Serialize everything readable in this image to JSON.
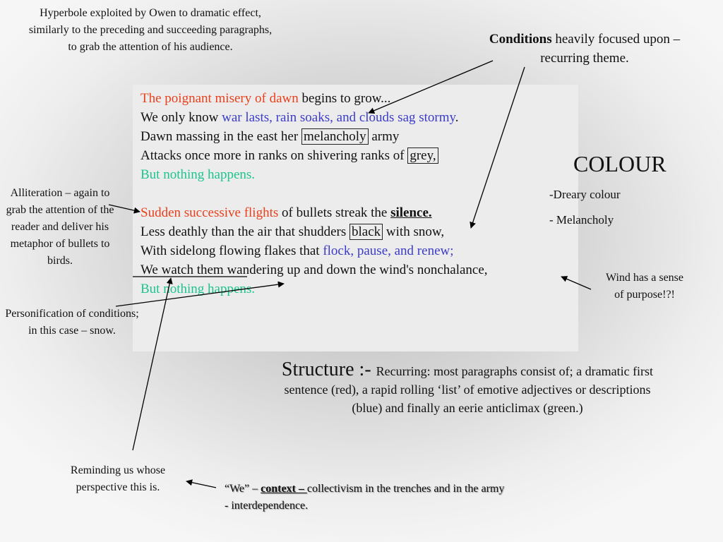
{
  "notes": {
    "hyperbole": "Hyperbole exploited by Owen to dramatic effect, similarly to the preceding and succeeding  paragraphs, to grab the attention of his audience.",
    "conditions_bold": "Conditions",
    "conditions_rest": " heavily focused upon – recurring theme.",
    "alliteration": "Alliteration – again to grab the attention of the reader and deliver his metaphor of bullets to birds.",
    "personification": "Personification of conditions; in this case – snow.",
    "wind": "Wind has a sense of purpose!?!",
    "reminding": "Reminding us whose perspective this is."
  },
  "poem": {
    "l1_red": "The poignant misery of dawn",
    "l1_rest": " begins to grow...",
    "l2_a": "We only know ",
    "l2_blue": "war lasts, rain soaks, and clouds sag stormy",
    "l2_end": ".",
    "l3_a": "Dawn massing in the east her ",
    "l3_box": "melancholy",
    "l3_b": " army",
    "l4_a": "Attacks once more in ranks on shivering ranks of ",
    "l4_box": "grey,",
    "l5_green": "But nothing happens.",
    "l6_red": "Sudden successive flights",
    "l6_a": " of bullets streak the ",
    "l6_bold": "silence.",
    "l7_a": "Less deathly than the air that shudders ",
    "l7_box": "black",
    "l7_b": " with snow,",
    "l8_a": "With sidelong flowing flakes that ",
    "l8_blue": "flock, pause, and renew;",
    "l9": "We watch them wandering up and down the wind's nonchalance,",
    "l10_green": "But nothing happens."
  },
  "colour": {
    "title": "COLOUR",
    "item1": "-Dreary colour",
    "item2": "- Melancholy"
  },
  "structure": {
    "head": "Structure :- ",
    "body": "Recurring: most paragraphs consist of; a dramatic first sentence (red), a rapid rolling ‘list’ of emotive adjectives or descriptions (blue) and finally an eerie anticlimax (green.)"
  },
  "context": {
    "prefix": "“We” – ",
    "label": "context – ",
    "rest": "collectivism in the trenches and in the army - interdependence."
  },
  "colors": {
    "red": "#e8401c",
    "blue": "#3b3bc9",
    "green": "#1ec48f"
  }
}
